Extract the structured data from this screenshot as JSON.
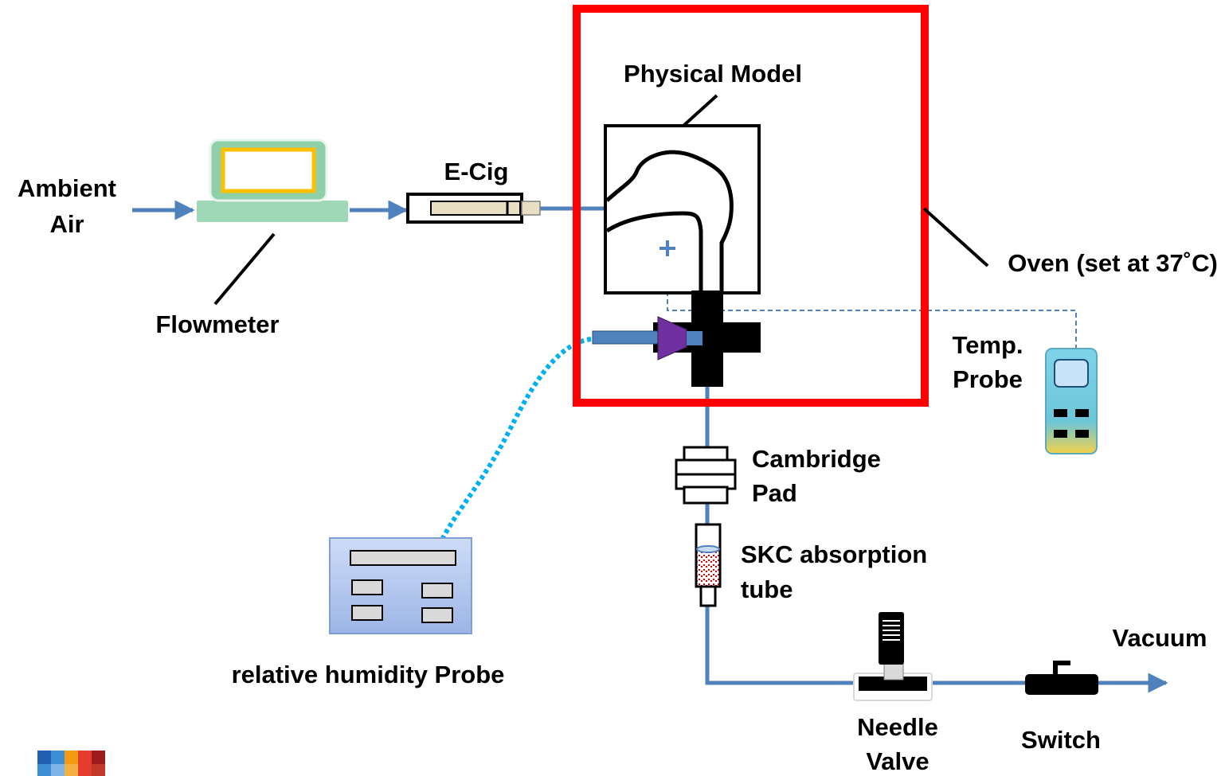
{
  "labels": {
    "ambient_air_line1": "Ambient",
    "ambient_air_line2": "Air",
    "flowmeter": "Flowmeter",
    "ecig": "E-Cig",
    "physical_model": "Physical Model",
    "oven": "Oven (set at 37˚C)",
    "temp_probe_line1": "Temp.",
    "temp_probe_line2": "Probe",
    "cambridge_pad_line1": "Cambridge",
    "cambridge_pad_line2": "Pad",
    "skc_tube_line1": "SKC absorption",
    "skc_tube_line2": "tube",
    "vacuum": "Vacuum",
    "rh_probe": "relative humidity Probe",
    "needle_valve_line1": "Needle",
    "needle_valve_line2": "Valve",
    "switch": "Switch"
  },
  "colors": {
    "flow_line": "#4f81bd",
    "oven_border": "#ff0000",
    "rh_dotted_line": "#00b0f0",
    "temp_dashed_line": "#4f81bd",
    "flowmeter_base": "#9fd8b6",
    "flowmeter_screen": "#ffc000",
    "ecig_body": "#e8dfc5",
    "rh_probe_body": "#b4c8ef",
    "temp_probe_body": "#7fd3e8",
    "mouthpiece": "#7030a0",
    "skc_dots": "#e00000"
  },
  "logo_colors": [
    "#3d8fd6",
    "#f39c12",
    "#e63c2f",
    "#9b1c1c"
  ]
}
